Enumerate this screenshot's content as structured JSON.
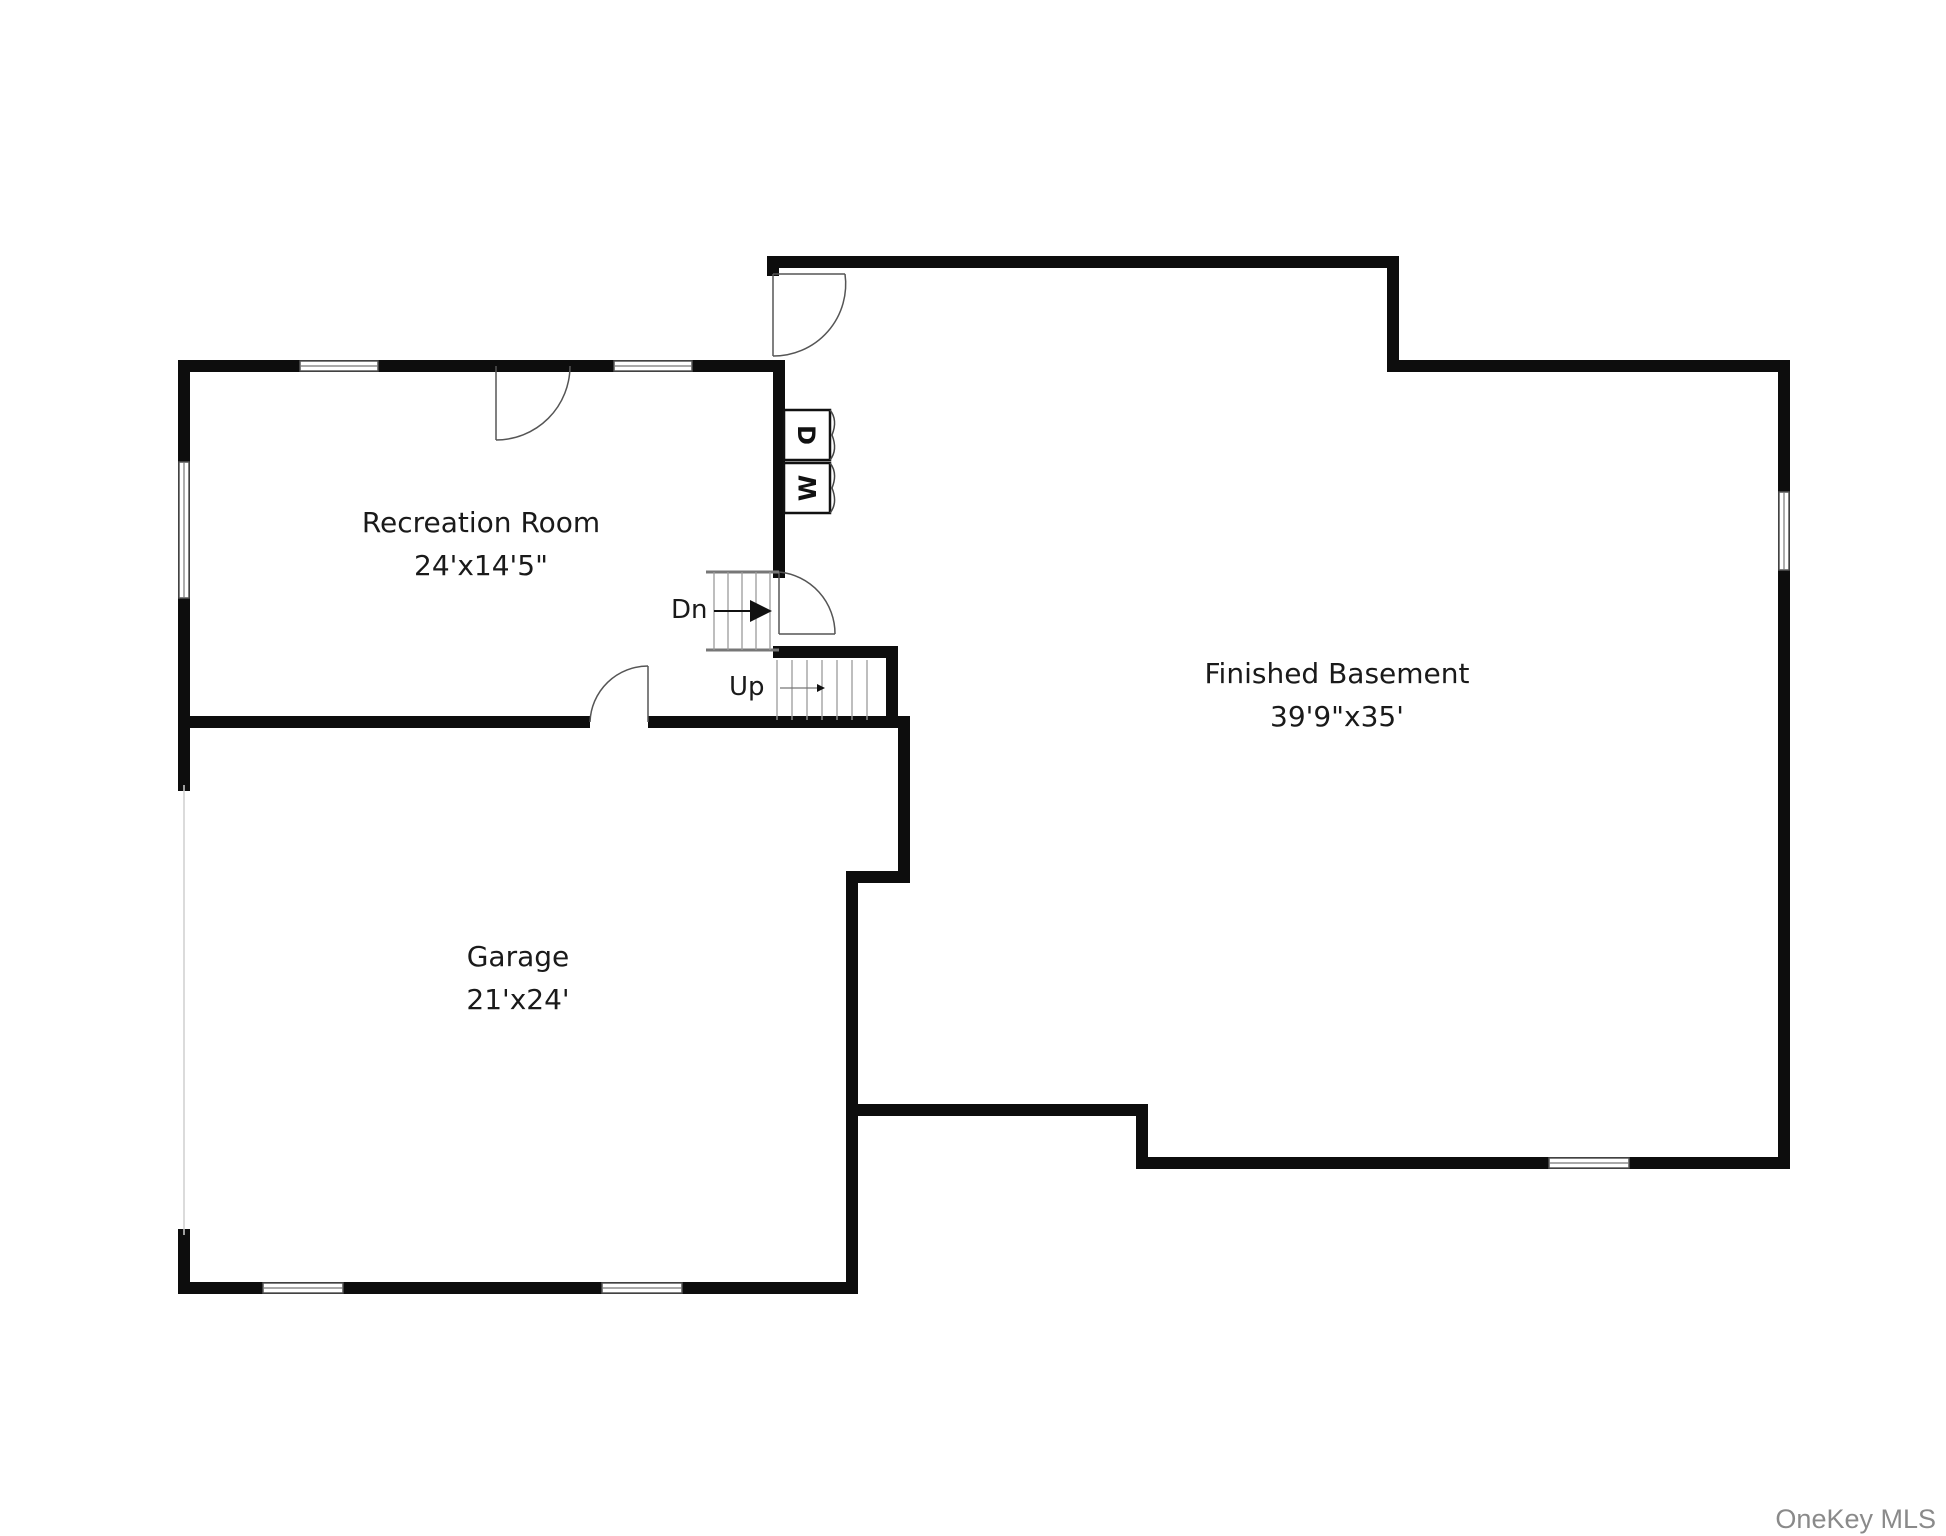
{
  "rooms": {
    "recreation": {
      "name": "Recreation Room",
      "dims": "24'x14'5\""
    },
    "garage": {
      "name": "Garage",
      "dims": "21'x24'"
    },
    "basement": {
      "name": "Finished Basement",
      "dims": "39'9\"x35'"
    }
  },
  "stairs": {
    "down_label": "Dn",
    "up_label": "Up"
  },
  "appliances": {
    "dryer_label": "D",
    "washer_label": "W"
  },
  "watermark": {
    "text": "OneKey MLS"
  },
  "colors": {
    "wall": "#0d0d0d",
    "background": "#ffffff",
    "fixture": "#555555",
    "watermark": "#8a8a8a"
  }
}
